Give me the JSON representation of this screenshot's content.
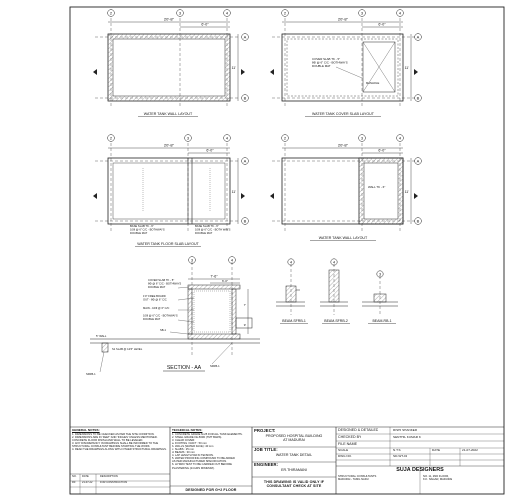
{
  "drawings": {
    "plan_wall": {
      "caption": "WATER TANK WALL LAYOUT",
      "dim_overall": "20'-8\"",
      "dim_part": "6'-0\"",
      "dim_side": "11'",
      "grids": [
        "2",
        "3",
        "4",
        "A",
        "B"
      ]
    },
    "plan_cover": {
      "caption": "WATER TANK COVER SLAB LAYOUT",
      "dim_overall": "20'-8\"",
      "dim_part": "6'-0\"",
      "dim_side": "11'",
      "note": [
        "COVER SLAB TK - 5\"",
        "8Φ @ 6\" C/C - BOTHWAYS",
        "DOUBLE MAT"
      ],
      "manhole": "MANHOLE",
      "grids": [
        "2",
        "3",
        "4",
        "A",
        "B"
      ]
    },
    "plan_floor": {
      "caption": "WATER TANK FLOOR SLAB LAYOUT",
      "dim_overall": "20'-8\"",
      "dim_part": "6'-0\"",
      "dim_side": "11'",
      "note1": [
        "BASE SLAB TK - 6\"",
        "10Φ @ 6\" C/C - BOTHWAYS",
        "DOUBLE MAT"
      ],
      "note2": [
        "BASE SLAB TK - 6\"",
        "10Φ @ 6\" C/C - BOTH WAYS",
        "DOUBLE MAT"
      ],
      "grids": [
        "2",
        "3",
        "4",
        "A",
        "B"
      ]
    },
    "plan_wall2": {
      "caption": "WATER TANK WALL LAYOUT",
      "dim_overall": "20'-8\"",
      "dim_part": "6'-0\"",
      "dim_side": "11'",
      "note": [
        "WALL TK - 6\""
      ],
      "grids": [
        "2",
        "3",
        "4",
        "A",
        "B"
      ]
    },
    "section": {
      "caption": "SECTION - AA",
      "dim_top": "7'-6\"",
      "dim_part": "6'-0\"",
      "labels": [
        "COVER SLAB TK - 5\"",
        "8Φ @ 6\" C/C - BOTHWAYS",
        "DOUBLE MAT",
        "1'0\" FREE BOARD",
        "OUT - 8Φ @ 6\" C/C",
        "MAIN - 10Φ @ 6\" C/C",
        "10Φ @ 6\" C/C - BOTHWAYS",
        "DOUBLE MAT",
        "SB-1",
        "5\" WALL",
        "S1 SLAB @ 12'6\" LEVEL",
        "SFRB-1",
        "SFRB-1"
      ],
      "dims": [
        "7'",
        "9'"
      ],
      "grids": [
        "3",
        "4"
      ]
    },
    "beams": [
      {
        "label": "BEAM-SFRB-1",
        "grid": "4"
      },
      {
        "label": "BEAM-SFRB-2",
        "grid": "4"
      },
      {
        "label": "BEAM-RB-1",
        "grid": "3"
      }
    ]
  },
  "title_block": {
    "general_notes": {
      "title": "GENERAL NOTES:",
      "lines": [
        "1. DIMENSIONS TO BE CHECKED AS PER THE SITE CONDITION.",
        "2. DIMENSIONS ARE IN 'FEET' AND 'INCHES' UNLESS MENTIONED.",
        "   CONCRETE FLOOR FINISH AND WALL TO BE LEVELED.",
        "3. ANY DISCREPANCY IN DRAWINGS SHALL BE INFORMED TO THE",
        "   STRUCTURAL CONSULTANT BEFORE STARTING THE WORK.",
        "4. READ THE DRAWINGS ALONG WITH OTHER STRUCTURAL DRAWINGS."
      ]
    },
    "revision": {
      "headers": [
        "NO.",
        "DATE",
        "DESCRIPTION"
      ],
      "rows": [
        [
          "R0",
          "21-07-22",
          "FOR CONSTRUCTION"
        ]
      ]
    },
    "technical_notes": {
      "title": "TECHNICAL NOTES:",
      "lines": [
        "1. CONCRETE GRADE M-25 FOR ALL TANK ELEMENTS.",
        "2. STEEL GRADE FE-500D (TMT BARS).",
        "3. CLEAR COVER:",
        "   a. FOOTING / RAFT    : 50 mm",
        "   b. WALLS (WATER FACE): 40 mm",
        "   c. SLABS             : 25 mm",
        "   d. BEAMS             : 30 mm",
        "4. LAP LENGTH 50d IN TENSION.",
        "5. WATER PROOFING COMPOUND TO BE ADDED",
        "   AS PER MANUFACTURER SPECIFICATION.",
        "6. HYDRO TEST TO BE CARRIED OUT BEFORE",
        "   PLASTERING (24 HRS MINIMUM)."
      ],
      "footer": "DESIGNED FOR G+2 FLOOR"
    },
    "project": {
      "label": "PROJECT:",
      "value": [
        "PROPOSED HOSPITAL BUILDING",
        "AT MADURAI"
      ]
    },
    "job": {
      "label": "JOB TITLE:",
      "value": "WATER TANK DETAIL"
    },
    "engineer": {
      "label": "ENGINEER:",
      "value": "ER.THIRAMANI"
    },
    "warning": [
      "THIS DRAWING IS VALID ONLY IF",
      "CONSULTANT CHECK AT SITE"
    ],
    "designed_label": "DESIGNED & DETAILED",
    "designed_value": "RISHI SHANKER",
    "checked_label": "CHECKED BY",
    "checked_value": "SENTHIL KUMAR K",
    "file_name_label": "FILE NAME",
    "scale_label": "SCALE",
    "scale_value": "N.T.S",
    "date_label": "DATE",
    "date_value": "21-07-2022",
    "dwg_label": "DWG NO.",
    "dwg_value": "SD-WT-01",
    "firm": {
      "name": "SUJA DESIGNERS",
      "lines": [
        "STRUCTURAL CONSULTANTS",
        "MADURAI - TAMIL NADU"
      ],
      "addr": [
        "NO. 11, 2ND FLOOR,",
        "K.K. NAGAR, MADURAI"
      ]
    }
  }
}
